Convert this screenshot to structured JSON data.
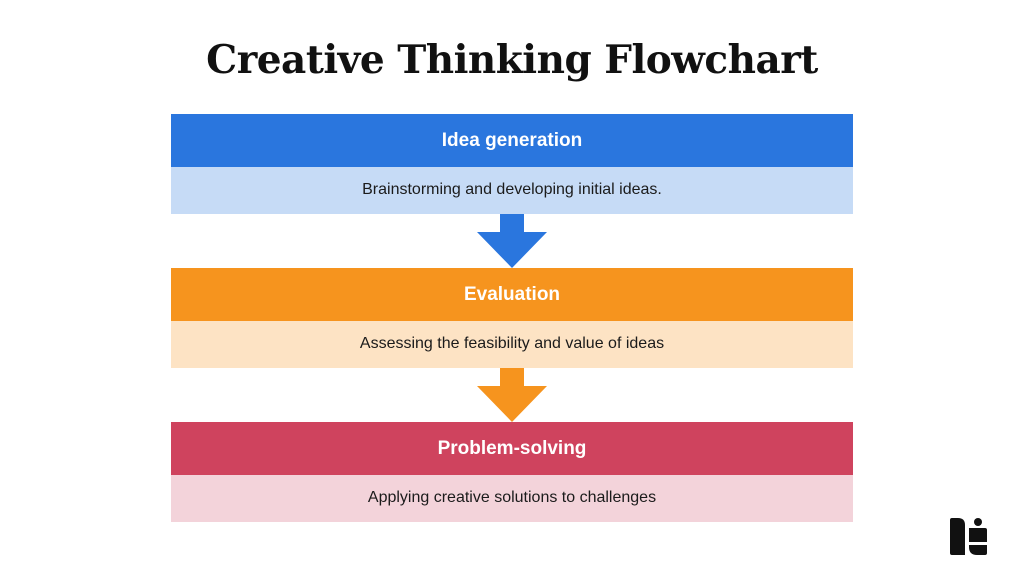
{
  "title": "Creative Thinking Flowchart",
  "stages": [
    {
      "heading": "Idea generation",
      "description": "Brainstorming and developing initial ideas.",
      "head_color": "#2a76de",
      "body_color": "#c6dbf6"
    },
    {
      "heading": "Evaluation",
      "description": "Assessing the feasibility and value of ideas",
      "head_color": "#f6941e",
      "body_color": "#fde3c4"
    },
    {
      "heading": "Problem-solving",
      "description": "Applying creative solutions to challenges",
      "head_color": "#cf435e",
      "body_color": "#f3d3da"
    }
  ],
  "arrows": [
    {
      "icon": "down-arrow-icon",
      "color": "#2a76de"
    },
    {
      "icon": "down-arrow-icon",
      "color": "#f6941e"
    }
  ],
  "logo": {
    "icon": "brand-logo-icon",
    "color": "#111111"
  }
}
